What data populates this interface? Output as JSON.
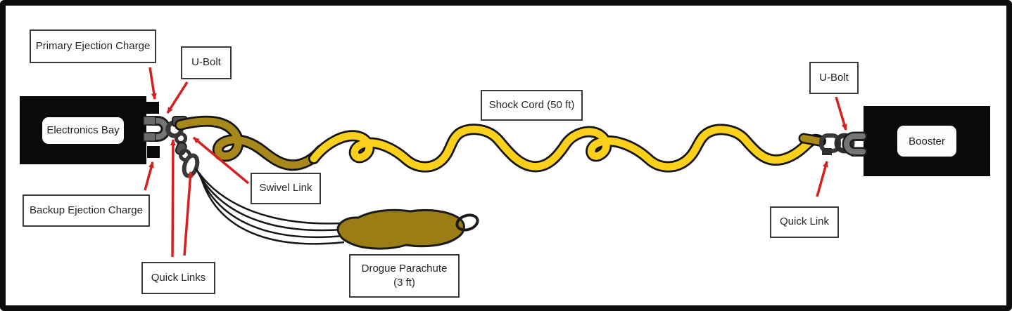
{
  "diagram": {
    "description": "Rocket dual-deploy recovery harness diagram",
    "labels": {
      "primary_ejection_charge": "Primary Ejection Charge",
      "u_bolt_left": "U-Bolt",
      "electronics_bay": "Electronics Bay",
      "backup_ejection_charge": "Backup Ejection Charge",
      "quick_links": "Quick Links",
      "swivel_link": "Swivel Link",
      "drogue_parachute_line1": "Drogue Parachute",
      "drogue_parachute_line2": "(3 ft)",
      "shock_cord": "Shock Cord (50 ft)",
      "u_bolt_right": "U-Bolt",
      "quick_link_right": "Quick Link",
      "booster": "Booster"
    },
    "colors": {
      "cord_yellow": "#FBD01B",
      "cord_dark_gold": "#A8871B",
      "parachute_gold": "#9A7D15",
      "arrow_red": "#D6201F",
      "hardware_gray": "#757575",
      "body_black": "#0A0A0A"
    }
  }
}
